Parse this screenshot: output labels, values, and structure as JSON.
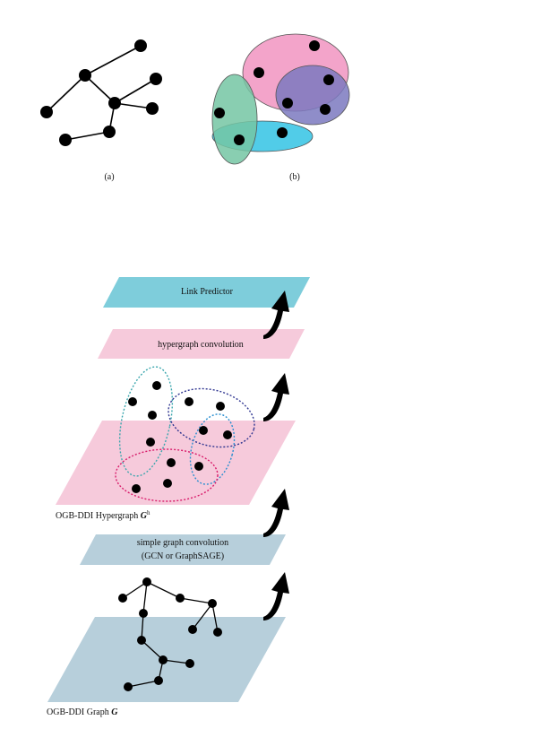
{
  "figure_top": {
    "panel_a": {
      "caption": "(a)"
    },
    "panel_b": {
      "caption": "(b)"
    }
  },
  "stack": {
    "link_predictor": {
      "label": "Link Predictor",
      "color": "#7ecddb"
    },
    "hypergraph_convolution": {
      "label": "hypergraph convolution",
      "color": "#f6cadb"
    },
    "hypergraph_plane": {
      "color": "#f6cadb",
      "caption_prefix": "OGB-DDI Hypergraph ",
      "caption_symbol": "G",
      "caption_sup": "h"
    },
    "simple_graph_convolution": {
      "label_line1": "simple graph convolution",
      "label_line2": "(GCN or GraphSAGE)",
      "color": "#b7cfdb"
    },
    "graph_plane": {
      "color": "#b7cfdb",
      "caption_prefix": "OGB-DDI Graph ",
      "caption_symbol": "G"
    }
  },
  "colors": {
    "node": "#000000",
    "hyperedge_pink": "#f29ac4",
    "hyperedge_purple": "#7b79c0",
    "hyperedge_green": "#74c6a3",
    "hyperedge_cyan": "#3ec6e6",
    "dotted_teal": "#3aa6ad",
    "dotted_navy": "#2f3590",
    "dotted_blue": "#2a8fd0",
    "dotted_red": "#d81b6a"
  }
}
